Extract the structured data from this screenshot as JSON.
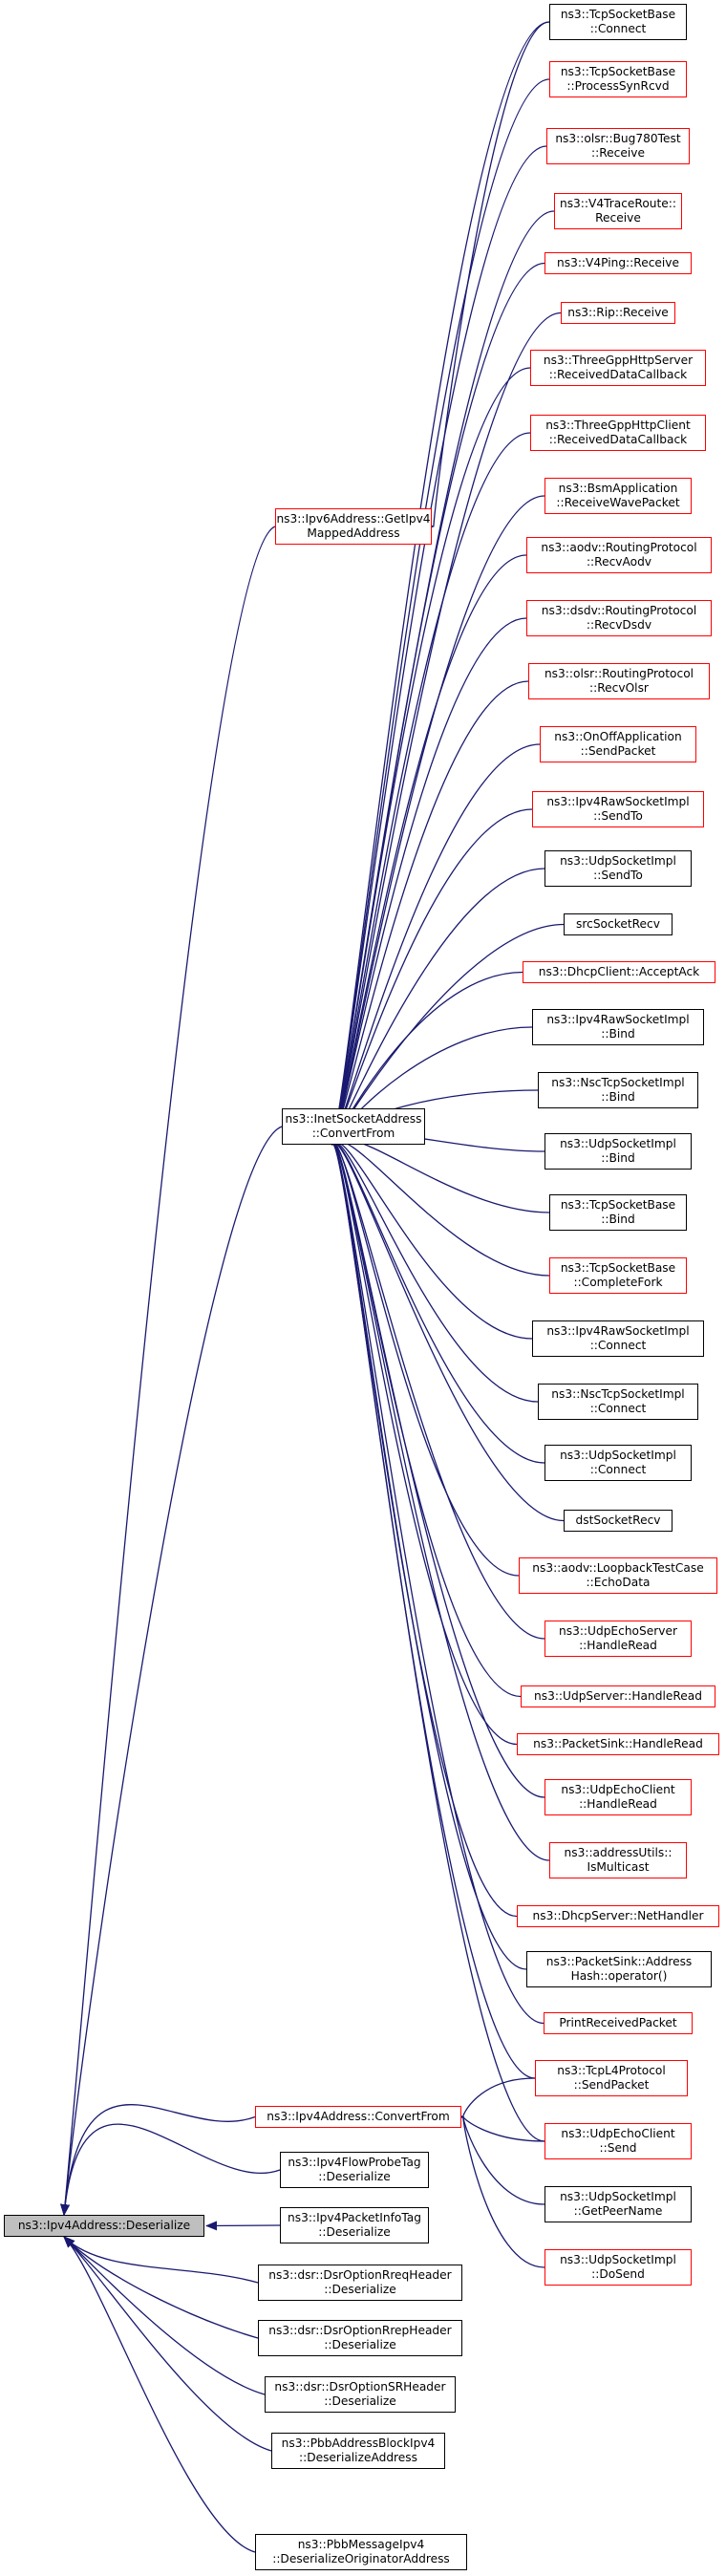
{
  "colors": {
    "edge": "#191970",
    "node_border_default": "#000000",
    "node_border_red": "#ff0000",
    "root_fill": "#bfbfbf"
  },
  "nodes": {
    "root": {
      "lines": [
        "ns3::Ipv4Address::Deserialize"
      ],
      "style": "root"
    },
    "getipv4mapped": {
      "lines": [
        "ns3::Ipv6Address::GetIpv4",
        "MappedAddress"
      ],
      "style": "red"
    },
    "inetconvert": {
      "lines": [
        "ns3::InetSocketAddress",
        "::ConvertFrom"
      ],
      "style": "black"
    },
    "ipv4convert": {
      "lines": [
        "ns3::Ipv4Address::ConvertFrom"
      ],
      "style": "red"
    },
    "flowprobe": {
      "lines": [
        "ns3::Ipv4FlowProbeTag",
        "::Deserialize"
      ],
      "style": "black"
    },
    "pktinfotag": {
      "lines": [
        "ns3::Ipv4PacketInfoTag",
        "::Deserialize"
      ],
      "style": "black"
    },
    "dsrreq": {
      "lines": [
        "ns3::dsr::DsrOptionRreqHeader",
        "::Deserialize"
      ],
      "style": "black"
    },
    "dsrrep": {
      "lines": [
        "ns3::dsr::DsrOptionRrepHeader",
        "::Deserialize"
      ],
      "style": "black"
    },
    "dsrsr": {
      "lines": [
        "ns3::dsr::DsrOptionSRHeader",
        "::Deserialize"
      ],
      "style": "black"
    },
    "pbbblock": {
      "lines": [
        "ns3::PbbAddressBlockIpv4",
        "::DeserializeAddress"
      ],
      "style": "black"
    },
    "pbbmsg": {
      "lines": [
        "ns3::PbbMessageIpv4",
        "::DeserializeOriginatorAddress"
      ],
      "style": "black"
    },
    "tcpconnect": {
      "lines": [
        "ns3::TcpSocketBase",
        "::Connect"
      ],
      "style": "black"
    },
    "procsyn": {
      "lines": [
        "ns3::TcpSocketBase",
        "::ProcessSynRcvd"
      ],
      "style": "red"
    },
    "bug780": {
      "lines": [
        "ns3::olsr::Bug780Test",
        "::Receive"
      ],
      "style": "red"
    },
    "v4trace": {
      "lines": [
        "ns3::V4TraceRoute::",
        "Receive"
      ],
      "style": "red"
    },
    "v4ping": {
      "lines": [
        "ns3::V4Ping::Receive"
      ],
      "style": "red"
    },
    "rip": {
      "lines": [
        "ns3::Rip::Receive"
      ],
      "style": "red"
    },
    "httpserver": {
      "lines": [
        "ns3::ThreeGppHttpServer",
        "::ReceivedDataCallback"
      ],
      "style": "red"
    },
    "httpclient": {
      "lines": [
        "ns3::ThreeGppHttpClient",
        "::ReceivedDataCallback"
      ],
      "style": "red"
    },
    "bsm": {
      "lines": [
        "ns3::BsmApplication",
        "::ReceiveWavePacket"
      ],
      "style": "red"
    },
    "aodvrecv": {
      "lines": [
        "ns3::aodv::RoutingProtocol",
        "::RecvAodv"
      ],
      "style": "red"
    },
    "dsdvrecv": {
      "lines": [
        "ns3::dsdv::RoutingProtocol",
        "::RecvDsdv"
      ],
      "style": "red"
    },
    "olsrrecv": {
      "lines": [
        "ns3::olsr::RoutingProtocol",
        "::RecvOlsr"
      ],
      "style": "red"
    },
    "onoff": {
      "lines": [
        "ns3::OnOffApplication",
        "::SendPacket"
      ],
      "style": "red"
    },
    "rawsendto": {
      "lines": [
        "ns3::Ipv4RawSocketImpl",
        "::SendTo"
      ],
      "style": "red"
    },
    "udpsendto": {
      "lines": [
        "ns3::UdpSocketImpl",
        "::SendTo"
      ],
      "style": "black"
    },
    "srcsock": {
      "lines": [
        "srcSocketRecv"
      ],
      "style": "black"
    },
    "dhcpaccept": {
      "lines": [
        "ns3::DhcpClient::AcceptAck"
      ],
      "style": "red"
    },
    "rawbind": {
      "lines": [
        "ns3::Ipv4RawSocketImpl",
        "::Bind"
      ],
      "style": "black"
    },
    "nscbind": {
      "lines": [
        "ns3::NscTcpSocketImpl",
        "::Bind"
      ],
      "style": "black"
    },
    "udpbind": {
      "lines": [
        "ns3::UdpSocketImpl",
        "::Bind"
      ],
      "style": "black"
    },
    "tcpbind": {
      "lines": [
        "ns3::TcpSocketBase",
        "::Bind"
      ],
      "style": "black"
    },
    "completefork": {
      "lines": [
        "ns3::TcpSocketBase",
        "::CompleteFork"
      ],
      "style": "red"
    },
    "rawconnect": {
      "lines": [
        "ns3::Ipv4RawSocketImpl",
        "::Connect"
      ],
      "style": "black"
    },
    "nscconnect": {
      "lines": [
        "ns3::NscTcpSocketImpl",
        "::Connect"
      ],
      "style": "black"
    },
    "udpconnect": {
      "lines": [
        "ns3::UdpSocketImpl",
        "::Connect"
      ],
      "style": "black"
    },
    "dstsock": {
      "lines": [
        "dstSocketRecv"
      ],
      "style": "black"
    },
    "loopback": {
      "lines": [
        "ns3::aodv::LoopbackTestCase",
        "::EchoData"
      ],
      "style": "red"
    },
    "echoserver": {
      "lines": [
        "ns3::UdpEchoServer",
        "::HandleRead"
      ],
      "style": "red"
    },
    "udpserver": {
      "lines": [
        "ns3::UdpServer::HandleRead"
      ],
      "style": "red"
    },
    "packetsink": {
      "lines": [
        "ns3::PacketSink::HandleRead"
      ],
      "style": "red"
    },
    "echoclientrd": {
      "lines": [
        "ns3::UdpEchoClient",
        "::HandleRead"
      ],
      "style": "red"
    },
    "ismulticast": {
      "lines": [
        "ns3::addressUtils::",
        "IsMulticast"
      ],
      "style": "red"
    },
    "dhcpserver": {
      "lines": [
        "ns3::DhcpServer::NetHandler"
      ],
      "style": "red"
    },
    "addrhash": {
      "lines": [
        "ns3::PacketSink::Address",
        "Hash::operator()"
      ],
      "style": "black"
    },
    "printrecv": {
      "lines": [
        "PrintReceivedPacket"
      ],
      "style": "red"
    },
    "tcpl4send": {
      "lines": [
        "ns3::TcpL4Protocol",
        "::SendPacket"
      ],
      "style": "red"
    },
    "echoclientsend": {
      "lines": [
        "ns3::UdpEchoClient",
        "::Send"
      ],
      "style": "red"
    },
    "getpeername": {
      "lines": [
        "ns3::UdpSocketImpl",
        "::GetPeerName"
      ],
      "style": "black"
    },
    "dosend": {
      "lines": [
        "ns3::UdpSocketImpl",
        "::DoSend"
      ],
      "style": "red"
    }
  },
  "edges": [
    [
      "root",
      "getipv4mapped"
    ],
    [
      "root",
      "inetconvert"
    ],
    [
      "root",
      "ipv4convert"
    ],
    [
      "root",
      "flowprobe"
    ],
    [
      "root",
      "pktinfotag"
    ],
    [
      "root",
      "dsrreq"
    ],
    [
      "root",
      "dsrrep"
    ],
    [
      "root",
      "dsrsr"
    ],
    [
      "root",
      "pbbblock"
    ],
    [
      "root",
      "pbbmsg"
    ],
    [
      "getipv4mapped",
      "tcpconnect"
    ],
    [
      "inetconvert",
      "tcpconnect"
    ],
    [
      "inetconvert",
      "procsyn"
    ],
    [
      "inetconvert",
      "bug780"
    ],
    [
      "inetconvert",
      "v4trace"
    ],
    [
      "inetconvert",
      "v4ping"
    ],
    [
      "inetconvert",
      "rip"
    ],
    [
      "inetconvert",
      "httpserver"
    ],
    [
      "inetconvert",
      "httpclient"
    ],
    [
      "inetconvert",
      "bsm"
    ],
    [
      "inetconvert",
      "aodvrecv"
    ],
    [
      "inetconvert",
      "dsdvrecv"
    ],
    [
      "inetconvert",
      "olsrrecv"
    ],
    [
      "inetconvert",
      "onoff"
    ],
    [
      "inetconvert",
      "rawsendto"
    ],
    [
      "inetconvert",
      "udpsendto"
    ],
    [
      "inetconvert",
      "srcsock"
    ],
    [
      "inetconvert",
      "dhcpaccept"
    ],
    [
      "inetconvert",
      "rawbind"
    ],
    [
      "inetconvert",
      "nscbind"
    ],
    [
      "inetconvert",
      "udpbind"
    ],
    [
      "inetconvert",
      "tcpbind"
    ],
    [
      "inetconvert",
      "completefork"
    ],
    [
      "inetconvert",
      "rawconnect"
    ],
    [
      "inetconvert",
      "nscconnect"
    ],
    [
      "inetconvert",
      "udpconnect"
    ],
    [
      "inetconvert",
      "dstsock"
    ],
    [
      "inetconvert",
      "loopback"
    ],
    [
      "inetconvert",
      "echoserver"
    ],
    [
      "inetconvert",
      "udpserver"
    ],
    [
      "inetconvert",
      "packetsink"
    ],
    [
      "inetconvert",
      "echoclientrd"
    ],
    [
      "inetconvert",
      "ismulticast"
    ],
    [
      "inetconvert",
      "dhcpserver"
    ],
    [
      "inetconvert",
      "addrhash"
    ],
    [
      "inetconvert",
      "printrecv"
    ],
    [
      "inetconvert",
      "tcpl4send"
    ],
    [
      "inetconvert",
      "echoclientsend"
    ],
    [
      "ipv4convert",
      "tcpl4send"
    ],
    [
      "ipv4convert",
      "echoclientsend"
    ],
    [
      "ipv4convert",
      "getpeername"
    ],
    [
      "ipv4convert",
      "dosend"
    ]
  ]
}
